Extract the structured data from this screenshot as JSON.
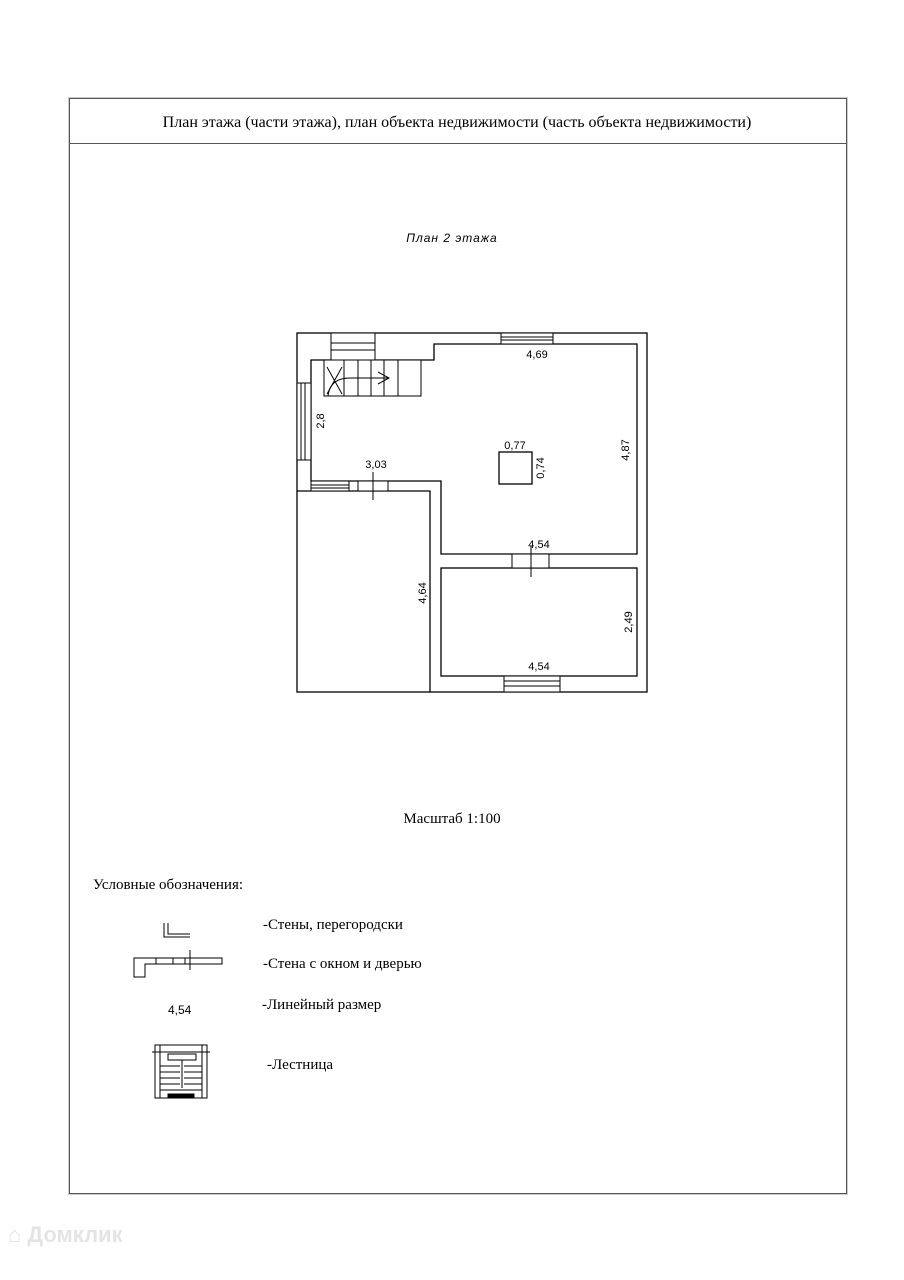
{
  "header": {
    "title": "План этажа (части этажа), план объекта  недвижимости (часть объекта недвижимости)"
  },
  "plan": {
    "subtitle": "План 2 этажа",
    "dimensions": {
      "main_top": "4,69",
      "main_right": "4,87",
      "column_w": "0,77",
      "column_h": "0,74",
      "hall_left": "2,8",
      "hall_bottom": "3,03",
      "main_bottom": "4,54",
      "left_room": "4,64",
      "small_room_right": "2,49",
      "small_room_bottom": "4,54"
    }
  },
  "scale": "Масштаб 1:100",
  "legend": {
    "title": "Условные обозначения:",
    "items": [
      "-Стены, перегородски",
      "-Стена с окном и дверью",
      "-Линейный размер",
      "-Лестница"
    ],
    "sample_dimension": "4,54"
  },
  "watermark": "Домклик"
}
